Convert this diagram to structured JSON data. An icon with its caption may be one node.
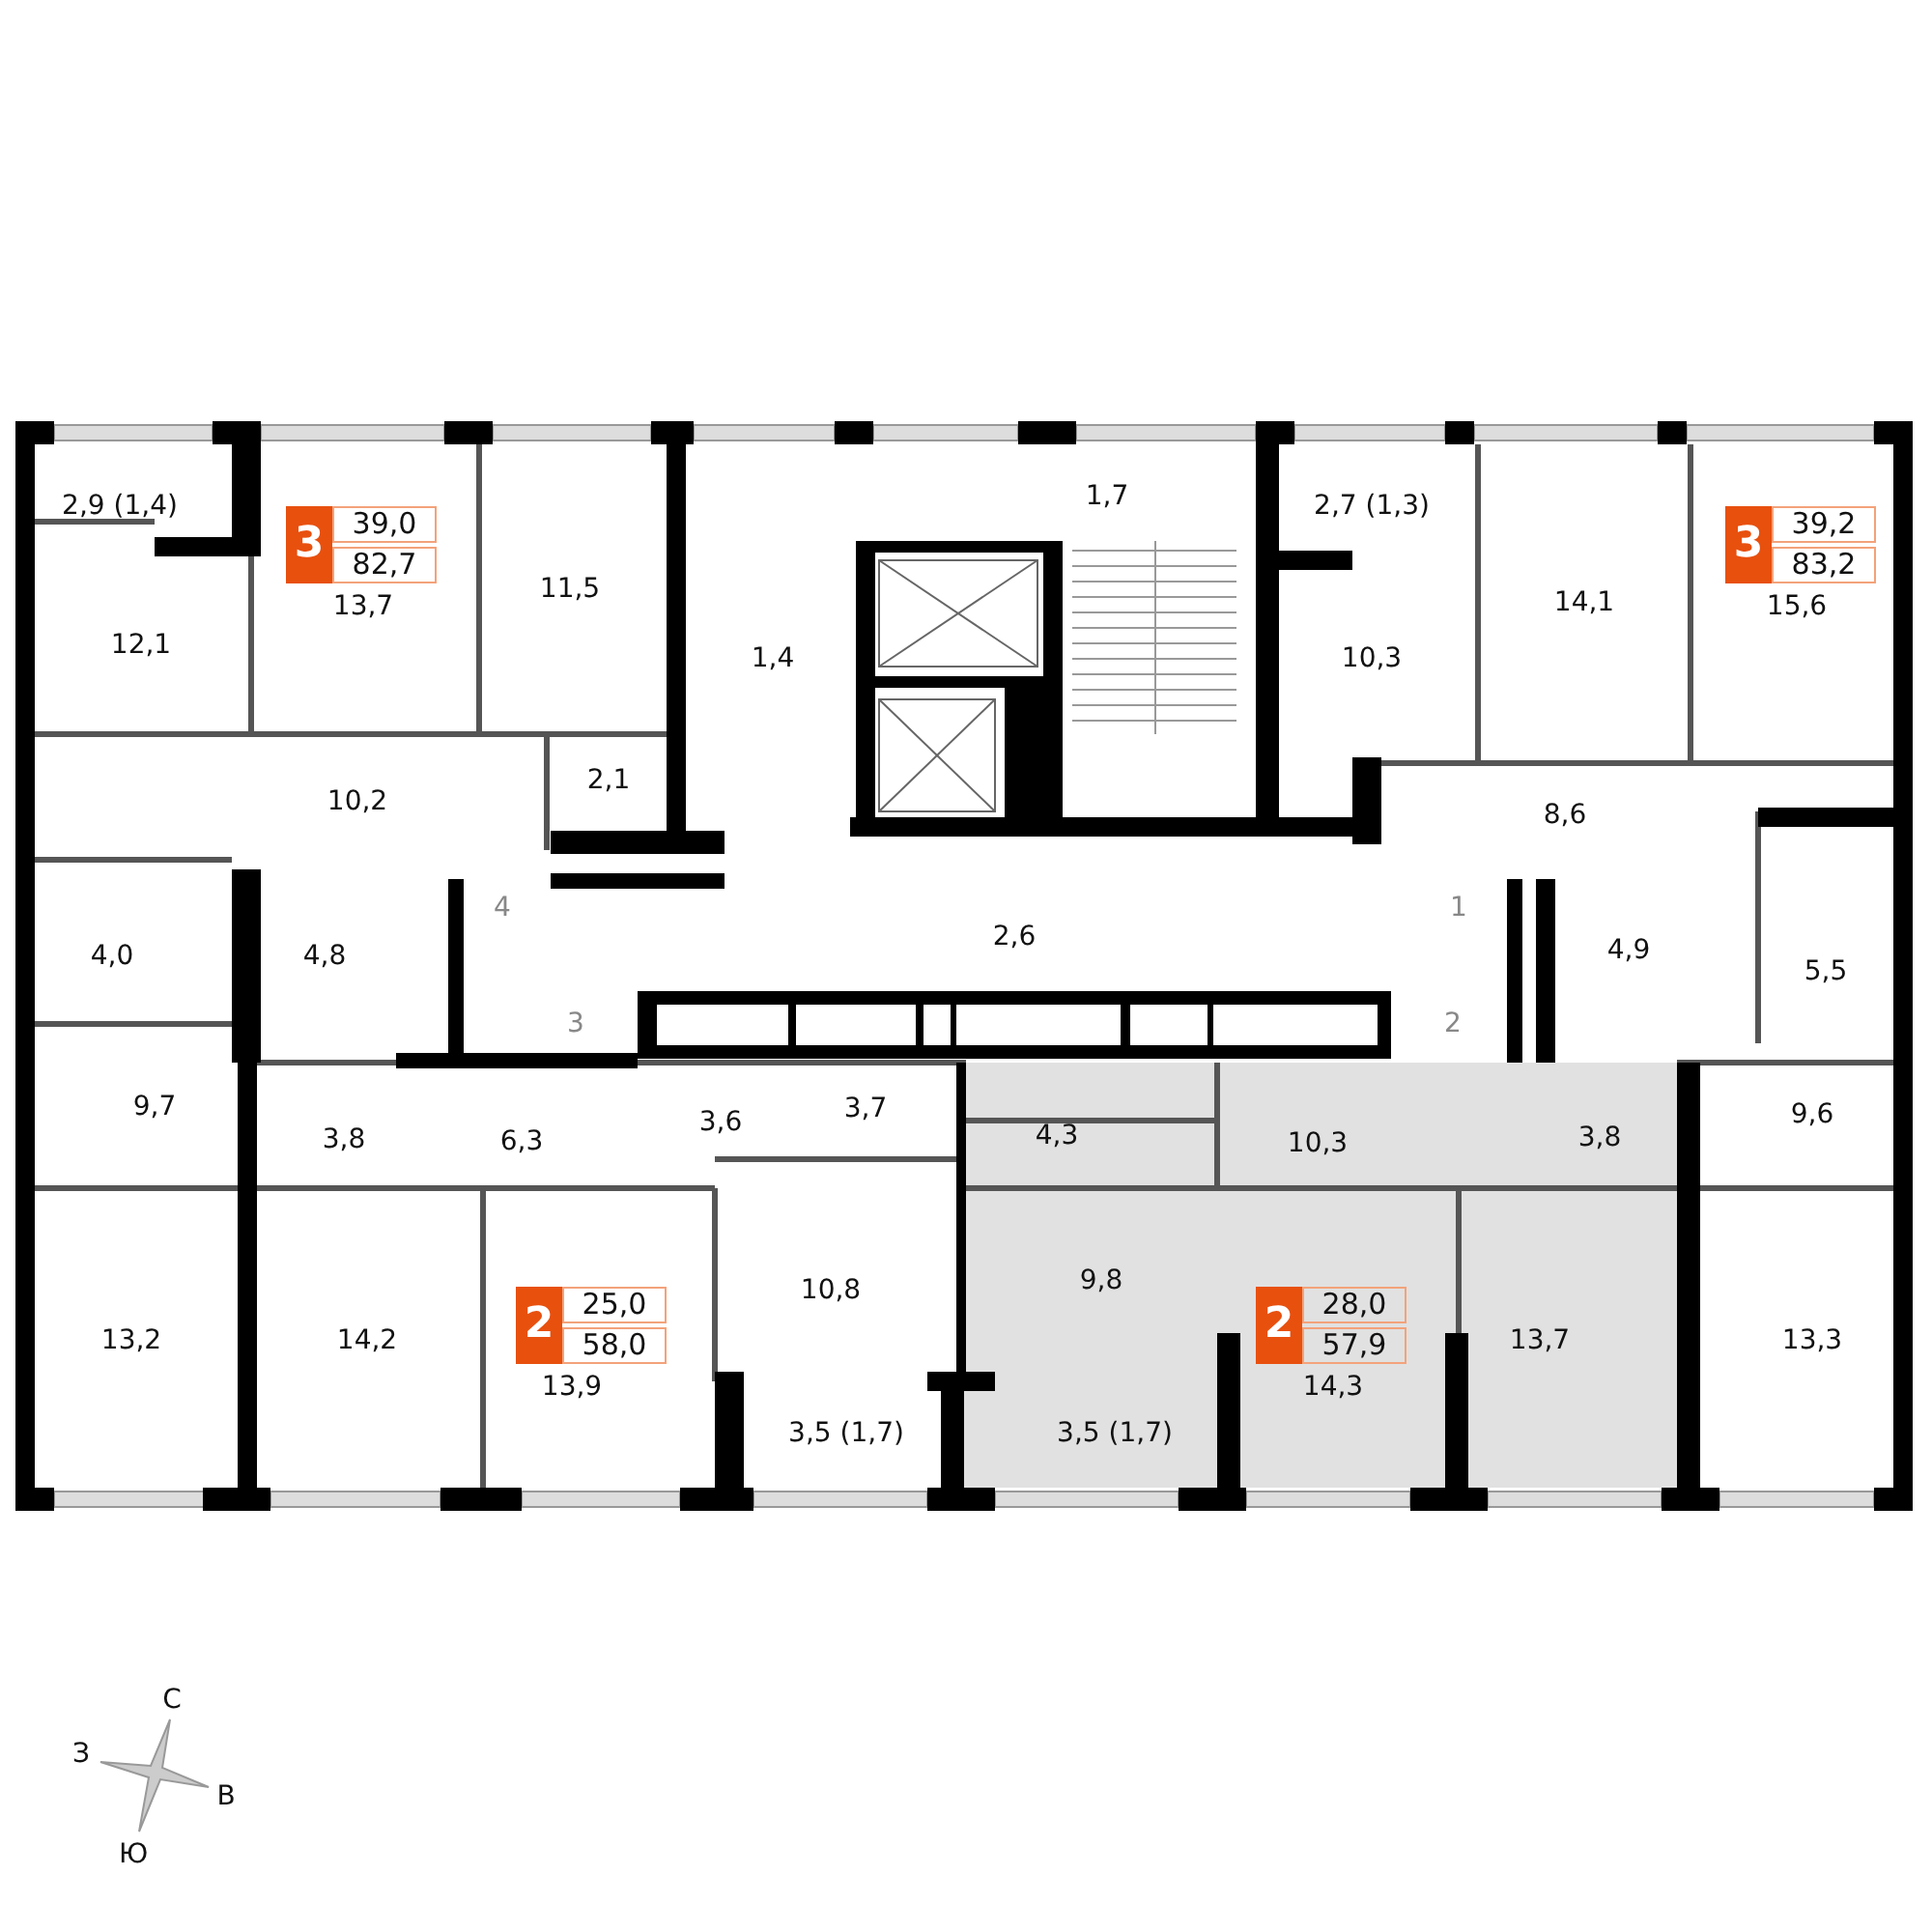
{
  "diagram": {
    "labels": [
      "2,9 (1,4)",
      "3",
      "39,0",
      "82,7",
      "13,7",
      "11,5",
      "1,4",
      "1,7",
      "2,7 (1,3)",
      "14,1",
      "3",
      "39,2",
      "83,2",
      "15,6",
      "12,1",
      "10,3",
      "10,2",
      "2,1",
      "8,6",
      "2,6",
      "4",
      "1",
      "4,0",
      "4,8",
      "4,9",
      "5,5",
      "3",
      "2",
      "9,7",
      "3,8",
      "6,3",
      "3,6",
      "3,7",
      "4,3",
      "10,3",
      "3,8",
      "9,6",
      "9,8",
      "13,2",
      "14,2",
      "2",
      "25,0",
      "58,0",
      "13,9",
      "10,8",
      "13,7",
      "13,3",
      "2",
      "28,0",
      "57,9",
      "14,3",
      "3,5 (1,7)",
      "3,5 (1,7)",
      "С",
      "З",
      "В",
      "Ю"
    ]
  }
}
